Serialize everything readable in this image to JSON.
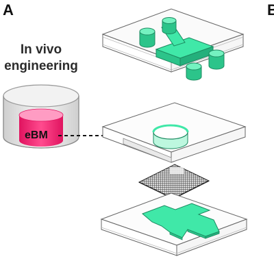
{
  "figure": {
    "panel_label": "A",
    "next_panel_label": "B",
    "caption_line1": "In vivo",
    "caption_line2": "engineering",
    "ebm_label": "eBM"
  },
  "colors": {
    "chamber_fill": "#40e8a8",
    "chamber_side": "#2cc48a",
    "chamber_stroke": "#1c8a60",
    "box_stroke": "#555555",
    "box_fill": "#ffffff",
    "cylinder_pink": "#ff2f7e",
    "cylinder_pink_light": "#ff9cc3",
    "cylinder_glass": "#e6e6e6",
    "mesh": "#333333",
    "arrow": "#111111"
  },
  "icons": {
    "arrow": "dashed-right-arrow",
    "cylinder": "ebm-cylinder-icon",
    "mesh": "membrane-mesh-icon"
  }
}
